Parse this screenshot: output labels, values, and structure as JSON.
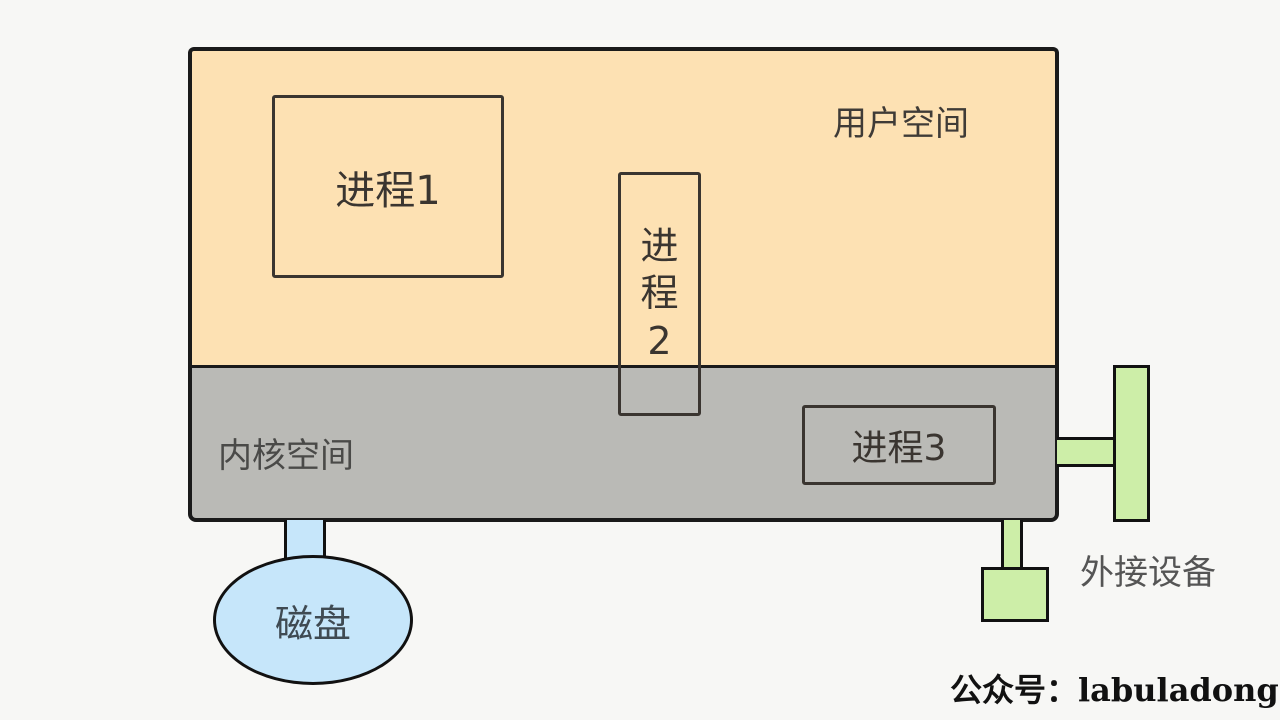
{
  "diagram": {
    "user_space": {
      "label": "用户空间",
      "color": "#fde1b3"
    },
    "kernel_space": {
      "label": "内核空间",
      "color": "#babab6"
    },
    "processes": [
      {
        "label": "进程1"
      },
      {
        "label_chars": [
          "进",
          "程",
          "2"
        ]
      },
      {
        "label": "进程3"
      }
    ],
    "disk": {
      "label": "磁盘",
      "color": "#c6e6fa"
    },
    "external_device": {
      "label": "外接设备",
      "color": "#cdeea8"
    }
  },
  "watermark": "公众号：labuladong"
}
